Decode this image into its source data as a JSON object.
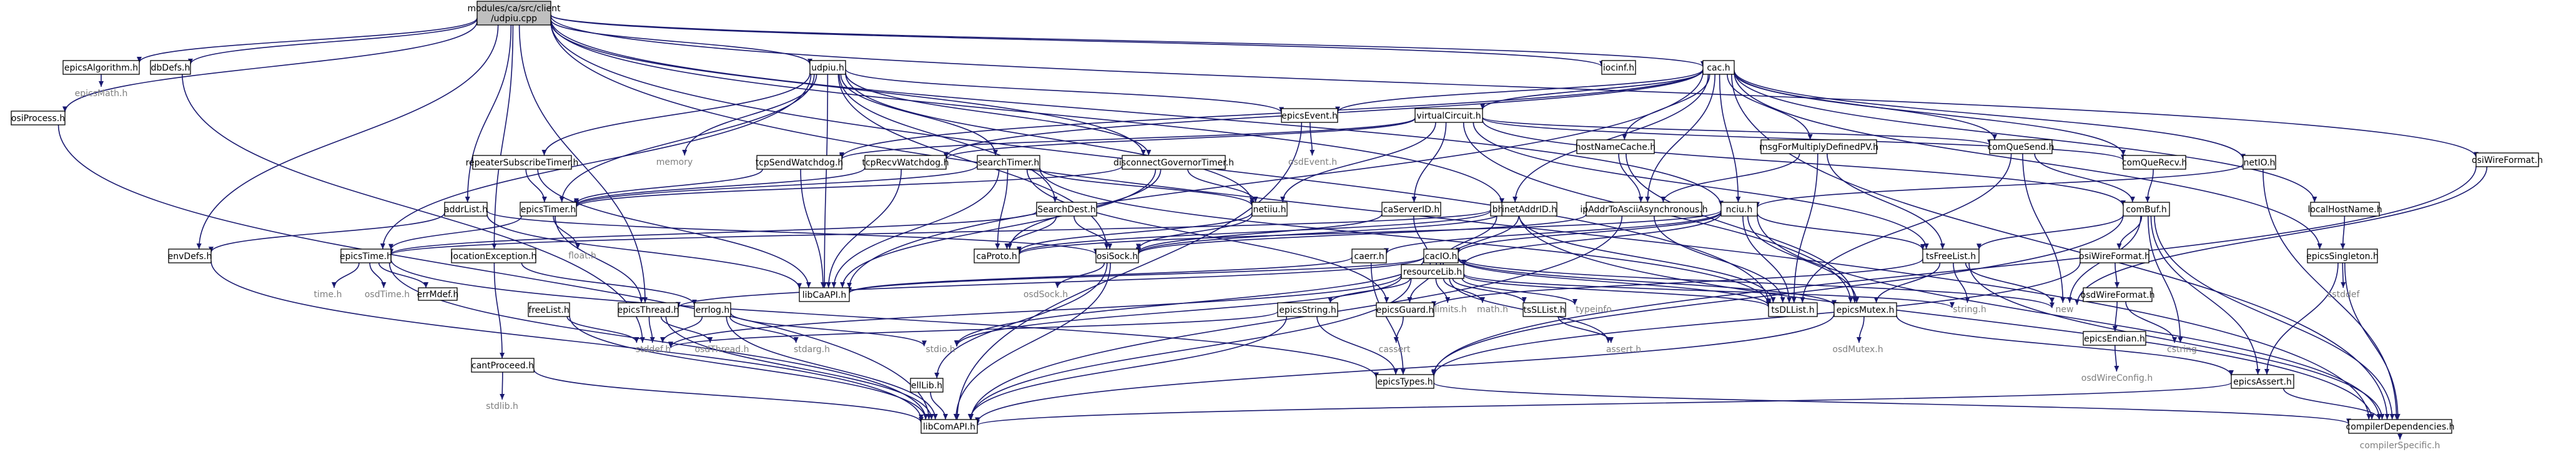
{
  "colors": {
    "edge": "#191970",
    "root_fill": "#bfbfbf",
    "node_fill": "#ffffff",
    "node_stroke": "#000000",
    "ext_text": "#7f7f7f",
    "doc_text": "#000000"
  },
  "nodes": [
    {
      "id": "root",
      "lines": [
        "modules/ca/src/client",
        "/udpiu.cpp"
      ],
      "kind": "root"
    },
    {
      "id": "epicsAlgorithm",
      "label": "epicsAlgorithm.h",
      "kind": "doc"
    },
    {
      "id": "epicsMath",
      "label": "epicsMath.h",
      "kind": "ext"
    },
    {
      "id": "osiProcess",
      "label": "osiProcess.h",
      "kind": "doc"
    },
    {
      "id": "dbDefs",
      "label": "dbDefs.h",
      "kind": "doc"
    },
    {
      "id": "osiWireFormatTop",
      "label": "osiWireFormat.h",
      "kind": "doc"
    },
    {
      "id": "iocinf",
      "label": "iocinf.h",
      "kind": "doc"
    },
    {
      "id": "cac",
      "label": "cac.h",
      "kind": "doc"
    },
    {
      "id": "udpiu",
      "label": "udpiu.h",
      "kind": "doc"
    },
    {
      "id": "memory",
      "label": "memory",
      "kind": "ext"
    },
    {
      "id": "repeaterSubscribeTimer",
      "label": "repeaterSubscribeTimer.h",
      "kind": "doc"
    },
    {
      "id": "tcpSendWatchdog",
      "label": "tcpSendWatchdog.h",
      "kind": "doc"
    },
    {
      "id": "tcpRecvWatchdog",
      "label": "tcpRecvWatchdog.h",
      "kind": "doc"
    },
    {
      "id": "searchTimer",
      "label": "searchTimer.h",
      "kind": "doc"
    },
    {
      "id": "disconnectGovernorTimer",
      "label": "disconnectGovernorTimer.h",
      "kind": "doc"
    },
    {
      "id": "epicsEvent",
      "label": "epicsEvent.h",
      "kind": "doc"
    },
    {
      "id": "osdEvent",
      "label": "osdEvent.h",
      "kind": "ext"
    },
    {
      "id": "virtualCircuit",
      "label": "virtualCircuit.h",
      "kind": "doc"
    },
    {
      "id": "hostNameCache",
      "label": "hostNameCache.h",
      "kind": "doc"
    },
    {
      "id": "msgForMultiplyDefinedPV",
      "label": "msgForMultiplyDefinedPV.h",
      "kind": "doc"
    },
    {
      "id": "comQueSend",
      "label": "comQueSend.h",
      "kind": "doc"
    },
    {
      "id": "comQueRecv",
      "label": "comQueRecv.h",
      "kind": "doc"
    },
    {
      "id": "netIO",
      "label": "netIO.h",
      "kind": "doc"
    },
    {
      "id": "localHostName",
      "label": "localHostName.h",
      "kind": "doc"
    },
    {
      "id": "epicsSingleton",
      "label": "epicsSingleton.h",
      "kind": "doc"
    },
    {
      "id": "cstddef",
      "label": "cstddef",
      "kind": "ext"
    },
    {
      "id": "addrList",
      "label": "addrList.h",
      "kind": "doc"
    },
    {
      "id": "epicsTimer",
      "label": "epicsTimer.h",
      "kind": "doc"
    },
    {
      "id": "float",
      "label": "float.h",
      "kind": "ext"
    },
    {
      "id": "envDefs",
      "label": "envDefs.h",
      "kind": "doc"
    },
    {
      "id": "epicsTime",
      "label": "epicsTime.h",
      "kind": "doc"
    },
    {
      "id": "timeh",
      "label": "time.h",
      "kind": "ext"
    },
    {
      "id": "osdTime",
      "label": "osdTime.h",
      "kind": "ext"
    },
    {
      "id": "errMdef",
      "label": "errMdef.h",
      "kind": "doc"
    },
    {
      "id": "locationException",
      "label": "locationException.h",
      "kind": "doc"
    },
    {
      "id": "cantProceed",
      "label": "cantProceed.h",
      "kind": "doc"
    },
    {
      "id": "stdlib",
      "label": "stdlib.h",
      "kind": "ext"
    },
    {
      "id": "freeList",
      "label": "freeList.h",
      "kind": "doc"
    },
    {
      "id": "epicsThread",
      "label": "epicsThread.h",
      "kind": "doc"
    },
    {
      "id": "stddef",
      "label": "stddef.h",
      "kind": "ext"
    },
    {
      "id": "osdThread",
      "label": "osdThread.h",
      "kind": "ext"
    },
    {
      "id": "errlog",
      "label": "errlog.h",
      "kind": "doc"
    },
    {
      "id": "stdarg",
      "label": "stdarg.h",
      "kind": "ext"
    },
    {
      "id": "stdio",
      "label": "stdio.h",
      "kind": "ext"
    },
    {
      "id": "ellLib",
      "label": "ellLib.h",
      "kind": "doc"
    },
    {
      "id": "libComAPI",
      "label": "libComAPI.h",
      "kind": "doc"
    },
    {
      "id": "libCaAPI",
      "label": "libCaAPI.h",
      "kind": "doc"
    },
    {
      "id": "SearchDest",
      "label": "SearchDest.h",
      "kind": "doc"
    },
    {
      "id": "caProto",
      "label": "caProto.h",
      "kind": "doc"
    },
    {
      "id": "osiSock",
      "label": "osiSock.h",
      "kind": "doc"
    },
    {
      "id": "osdSock",
      "label": "osdSock.h",
      "kind": "ext"
    },
    {
      "id": "netiiu",
      "label": "netiiu.h",
      "kind": "doc"
    },
    {
      "id": "bhe",
      "label": "bhe.h",
      "kind": "doc"
    },
    {
      "id": "caServerID",
      "label": "caServerID.h",
      "kind": "doc"
    },
    {
      "id": "inetAddrID",
      "label": "inetAddrID.h",
      "kind": "doc"
    },
    {
      "id": "caerr",
      "label": "caerr.h",
      "kind": "doc"
    },
    {
      "id": "epicsGuard",
      "label": "epicsGuard.h",
      "kind": "doc"
    },
    {
      "id": "cassert",
      "label": "cassert",
      "kind": "ext"
    },
    {
      "id": "epicsString",
      "label": "epicsString.h",
      "kind": "doc"
    },
    {
      "id": "epicsTypes",
      "label": "epicsTypes.h",
      "kind": "doc"
    },
    {
      "id": "cacIO",
      "label": "cacIO.h",
      "kind": "doc"
    },
    {
      "id": "resourceLib",
      "label": "resourceLib.h",
      "kind": "doc"
    },
    {
      "id": "limits",
      "label": "limits.h",
      "kind": "ext"
    },
    {
      "id": "mathh",
      "label": "math.h",
      "kind": "ext"
    },
    {
      "id": "tsSLList",
      "label": "tsSLList.h",
      "kind": "doc"
    },
    {
      "id": "typeinfo",
      "label": "typeinfo",
      "kind": "ext"
    },
    {
      "id": "assert",
      "label": "assert.h",
      "kind": "ext"
    },
    {
      "id": "ipAddrToAsciiAsynchronous",
      "label": "ipAddrToAsciiAsynchronous.h",
      "kind": "doc"
    },
    {
      "id": "nciu",
      "label": "nciu.h",
      "kind": "doc"
    },
    {
      "id": "tsDLList",
      "label": "tsDLList.h",
      "kind": "doc"
    },
    {
      "id": "epicsMutex",
      "label": "epicsMutex.h",
      "kind": "doc"
    },
    {
      "id": "osdMutex",
      "label": "osdMutex.h",
      "kind": "ext"
    },
    {
      "id": "tsFreeList",
      "label": "tsFreeList.h",
      "kind": "doc"
    },
    {
      "id": "stringh",
      "label": "string.h",
      "kind": "ext"
    },
    {
      "id": "newh",
      "label": "new",
      "kind": "ext"
    },
    {
      "id": "comBuf",
      "label": "comBuf.h",
      "kind": "doc"
    },
    {
      "id": "osiWireFormat",
      "label": "osiWireFormat.h",
      "kind": "doc"
    },
    {
      "id": "osdWireFormat",
      "label": "osdWireFormat.h",
      "kind": "doc"
    },
    {
      "id": "epicsEndian",
      "label": "epicsEndian.h",
      "kind": "doc"
    },
    {
      "id": "osdWireConfig",
      "label": "osdWireConfig.h",
      "kind": "ext"
    },
    {
      "id": "cstring",
      "label": "cstring",
      "kind": "ext"
    },
    {
      "id": "epicsAssert",
      "label": "epicsAssert.h",
      "kind": "doc"
    },
    {
      "id": "compilerDependencies",
      "label": "compilerDependencies.h",
      "kind": "doc"
    },
    {
      "id": "compilerSpecific",
      "label": "compilerSpecific.h",
      "kind": "ext"
    }
  ],
  "edges": [
    [
      "root",
      "epicsAlgorithm"
    ],
    [
      "root",
      "osiProcess"
    ],
    [
      "root",
      "dbDefs"
    ],
    [
      "root",
      "osiWireFormatTop"
    ],
    [
      "root",
      "iocinf"
    ],
    [
      "root",
      "cac"
    ],
    [
      "root",
      "udpiu"
    ],
    [
      "root",
      "addrList"
    ],
    [
      "root",
      "envDefs"
    ],
    [
      "root",
      "locationException"
    ],
    [
      "root",
      "epicsThread"
    ],
    [
      "root",
      "nciu"
    ],
    [
      "root",
      "disconnectGovernorTimer"
    ],
    [
      "root",
      "inetAddrID"
    ],
    [
      "root",
      "tsDLList"
    ],
    [
      "root",
      "compilerDependencies"
    ],
    [
      "epicsAlgorithm",
      "epicsMath"
    ],
    [
      "osiProcess",
      "libComAPI"
    ],
    [
      "dbDefs",
      "stddef"
    ],
    [
      "osiWireFormatTop",
      "newh"
    ],
    [
      "osiWireFormatTop",
      "epicsTypes"
    ],
    [
      "cac",
      "epicsEvent"
    ],
    [
      "cac",
      "virtualCircuit"
    ],
    [
      "cac",
      "hostNameCache"
    ],
    [
      "cac",
      "msgForMultiplyDefinedPV"
    ],
    [
      "cac",
      "comQueSend"
    ],
    [
      "cac",
      "comQueRecv"
    ],
    [
      "cac",
      "netIO"
    ],
    [
      "cac",
      "localHostName"
    ],
    [
      "cac",
      "bhe"
    ],
    [
      "cac",
      "ipAddrToAsciiAsynchronous"
    ],
    [
      "cac",
      "nciu"
    ],
    [
      "cac",
      "tcpSendWatchdog"
    ],
    [
      "cac",
      "tcpRecvWatchdog"
    ],
    [
      "cac",
      "libCaAPI"
    ],
    [
      "cac",
      "compilerDependencies"
    ],
    [
      "cac",
      "epicsSingleton"
    ],
    [
      "udpiu",
      "memory"
    ],
    [
      "udpiu",
      "repeaterSubscribeTimer"
    ],
    [
      "udpiu",
      "searchTimer"
    ],
    [
      "udpiu",
      "disconnectGovernorTimer"
    ],
    [
      "udpiu",
      "epicsTime"
    ],
    [
      "udpiu",
      "epicsTimer"
    ],
    [
      "udpiu",
      "osiSock"
    ],
    [
      "udpiu",
      "netiiu"
    ],
    [
      "udpiu",
      "libCaAPI"
    ],
    [
      "udpiu",
      "SearchDest"
    ],
    [
      "udpiu",
      "epicsEvent"
    ],
    [
      "epicsEvent",
      "osdEvent"
    ],
    [
      "epicsEvent",
      "libComAPI"
    ],
    [
      "virtualCircuit",
      "tcpSendWatchdog"
    ],
    [
      "virtualCircuit",
      "tcpRecvWatchdog"
    ],
    [
      "virtualCircuit",
      "comBuf"
    ],
    [
      "virtualCircuit",
      "netiiu"
    ],
    [
      "virtualCircuit",
      "caServerID"
    ],
    [
      "virtualCircuit",
      "comQueSend"
    ],
    [
      "virtualCircuit",
      "comQueRecv"
    ],
    [
      "virtualCircuit",
      "tsFreeList"
    ],
    [
      "virtualCircuit",
      "epicsMutex"
    ],
    [
      "hostNameCache",
      "ipAddrToAsciiAsynchronous"
    ],
    [
      "hostNameCache",
      "epicsMutex"
    ],
    [
      "msgForMultiplyDefinedPV",
      "ipAddrToAsciiAsynchronous"
    ],
    [
      "msgForMultiplyDefinedPV",
      "tsFreeList"
    ],
    [
      "msgForMultiplyDefinedPV",
      "tsDLList"
    ],
    [
      "comQueSend",
      "comBuf"
    ],
    [
      "comQueSend",
      "tsDLList"
    ],
    [
      "comQueSend",
      "newh"
    ],
    [
      "comQueRecv",
      "comBuf"
    ],
    [
      "netIO",
      "nciu"
    ],
    [
      "netIO",
      "compilerDependencies"
    ],
    [
      "localHostName",
      "epicsSingleton"
    ],
    [
      "epicsSingleton",
      "cstddef"
    ],
    [
      "epicsSingleton",
      "epicsAssert"
    ],
    [
      "epicsSingleton",
      "compilerDependencies"
    ],
    [
      "repeaterSubscribeTimer",
      "epicsTimer"
    ],
    [
      "repeaterSubscribeTimer",
      "libCaAPI"
    ],
    [
      "tcpSendWatchdog",
      "epicsTimer"
    ],
    [
      "tcpSendWatchdog",
      "libCaAPI"
    ],
    [
      "tcpRecvWatchdog",
      "epicsTimer"
    ],
    [
      "tcpRecvWatchdog",
      "libCaAPI"
    ],
    [
      "searchTimer",
      "epicsTimer"
    ],
    [
      "searchTimer",
      "caProto"
    ],
    [
      "searchTimer",
      "netiiu"
    ],
    [
      "searchTimer",
      "epicsGuard"
    ],
    [
      "searchTimer",
      "libCaAPI"
    ],
    [
      "searchTimer",
      "tsDLList"
    ],
    [
      "disconnectGovernorTimer",
      "epicsTimer"
    ],
    [
      "disconnectGovernorTimer",
      "netiiu"
    ],
    [
      "disconnectGovernorTimer",
      "caProto"
    ],
    [
      "disconnectGovernorTimer",
      "libCaAPI"
    ],
    [
      "addrList",
      "envDefs"
    ],
    [
      "addrList",
      "osiSock"
    ],
    [
      "addrList",
      "libCaAPI"
    ],
    [
      "epicsTimer",
      "epicsTime"
    ],
    [
      "epicsTimer",
      "float"
    ],
    [
      "epicsTimer",
      "epicsThread"
    ],
    [
      "envDefs",
      "libComAPI"
    ],
    [
      "epicsTime",
      "timeh"
    ],
    [
      "epicsTime",
      "osdTime"
    ],
    [
      "epicsTime",
      "errMdef"
    ],
    [
      "epicsTime",
      "epicsTypes"
    ],
    [
      "epicsTime",
      "libComAPI"
    ],
    [
      "locationException",
      "cantProceed"
    ],
    [
      "locationException",
      "errlog"
    ],
    [
      "cantProceed",
      "stdlib"
    ],
    [
      "cantProceed",
      "libComAPI"
    ],
    [
      "freeList",
      "stddef"
    ],
    [
      "freeList",
      "libComAPI"
    ],
    [
      "epicsThread",
      "stddef"
    ],
    [
      "epicsThread",
      "osdThread"
    ],
    [
      "epicsThread",
      "libComAPI"
    ],
    [
      "errlog",
      "stddef"
    ],
    [
      "errlog",
      "stdarg"
    ],
    [
      "errlog",
      "stdio"
    ],
    [
      "errlog",
      "libComAPI"
    ],
    [
      "ellLib",
      "libComAPI"
    ],
    [
      "SearchDest",
      "caProto"
    ],
    [
      "SearchDest",
      "osiSock"
    ],
    [
      "SearchDest",
      "epicsTime"
    ],
    [
      "osiSock",
      "osdSock"
    ],
    [
      "osiSock",
      "ellLib"
    ],
    [
      "osiSock",
      "libComAPI"
    ],
    [
      "netiiu",
      "caProto"
    ],
    [
      "netiiu",
      "osiSock"
    ],
    [
      "bhe",
      "caProto"
    ],
    [
      "bhe",
      "inetAddrID"
    ],
    [
      "bhe",
      "epicsTime"
    ],
    [
      "bhe",
      "tsDLList"
    ],
    [
      "bhe",
      "compilerDependencies"
    ],
    [
      "bhe",
      "resourceLib"
    ],
    [
      "caServerID",
      "osiSock"
    ],
    [
      "caServerID",
      "resourceLib"
    ],
    [
      "inetAddrID",
      "osiSock"
    ],
    [
      "inetAddrID",
      "resourceLib"
    ],
    [
      "caerr",
      "epicsTypes"
    ],
    [
      "caerr",
      "libCaAPI"
    ],
    [
      "epicsGuard",
      "cassert"
    ],
    [
      "epicsString",
      "stddef"
    ],
    [
      "epicsString",
      "epicsTypes"
    ],
    [
      "epicsString",
      "libComAPI"
    ],
    [
      "epicsTypes",
      "compilerDependencies"
    ],
    [
      "cacIO",
      "tsDLList"
    ],
    [
      "cacIO",
      "epicsMutex"
    ],
    [
      "cacIO",
      "epicsGuard"
    ],
    [
      "cacIO",
      "epicsThread"
    ],
    [
      "cacIO",
      "libCaAPI"
    ],
    [
      "cacIO",
      "newh"
    ],
    [
      "cacIO",
      "stdio"
    ],
    [
      "resourceLib",
      "limits"
    ],
    [
      "resourceLib",
      "mathh"
    ],
    [
      "resourceLib",
      "typeinfo"
    ],
    [
      "resourceLib",
      "tsSLList"
    ],
    [
      "resourceLib",
      "tsDLList"
    ],
    [
      "resourceLib",
      "epicsString"
    ],
    [
      "resourceLib",
      "assert"
    ],
    [
      "resourceLib",
      "stdio"
    ],
    [
      "resourceLib",
      "stddef"
    ],
    [
      "resourceLib",
      "libComAPI"
    ],
    [
      "resourceLib",
      "stringh"
    ],
    [
      "tsSLList",
      "assert"
    ],
    [
      "ipAddrToAsciiAsynchronous",
      "osiSock"
    ],
    [
      "ipAddrToAsciiAsynchronous",
      "tsDLList"
    ],
    [
      "ipAddrToAsciiAsynchronous",
      "libComAPI"
    ],
    [
      "nciu",
      "resourceLib"
    ],
    [
      "nciu",
      "tsDLList"
    ],
    [
      "nciu",
      "tsFreeList"
    ],
    [
      "nciu",
      "epicsMutex"
    ],
    [
      "nciu",
      "cacIO"
    ],
    [
      "nciu",
      "caProto"
    ],
    [
      "nciu",
      "caerr"
    ],
    [
      "nciu",
      "compilerDependencies"
    ],
    [
      "epicsMutex",
      "osdMutex"
    ],
    [
      "epicsMutex",
      "epicsAssert"
    ],
    [
      "epicsMutex",
      "libComAPI"
    ],
    [
      "tsFreeList",
      "newh"
    ],
    [
      "tsFreeList",
      "stringh"
    ],
    [
      "tsFreeList",
      "epicsMutex"
    ],
    [
      "tsFreeList",
      "epicsGuard"
    ],
    [
      "tsFreeList",
      "compilerDependencies"
    ],
    [
      "comBuf",
      "newh"
    ],
    [
      "comBuf",
      "cstring"
    ],
    [
      "comBuf",
      "epicsAssert"
    ],
    [
      "comBuf",
      "epicsTypes"
    ],
    [
      "comBuf",
      "tsFreeList"
    ],
    [
      "comBuf",
      "osiWireFormat"
    ],
    [
      "comBuf",
      "compilerDependencies"
    ],
    [
      "osiWireFormat",
      "epicsTypes"
    ],
    [
      "osiWireFormat",
      "osdWireFormat"
    ],
    [
      "osdWireFormat",
      "cstring"
    ],
    [
      "osdWireFormat",
      "epicsEndian"
    ],
    [
      "epicsEndian",
      "osdWireConfig"
    ],
    [
      "epicsAssert",
      "libComAPI"
    ],
    [
      "epicsAssert",
      "compilerDependencies"
    ],
    [
      "compilerDependencies",
      "compilerSpecific"
    ]
  ]
}
